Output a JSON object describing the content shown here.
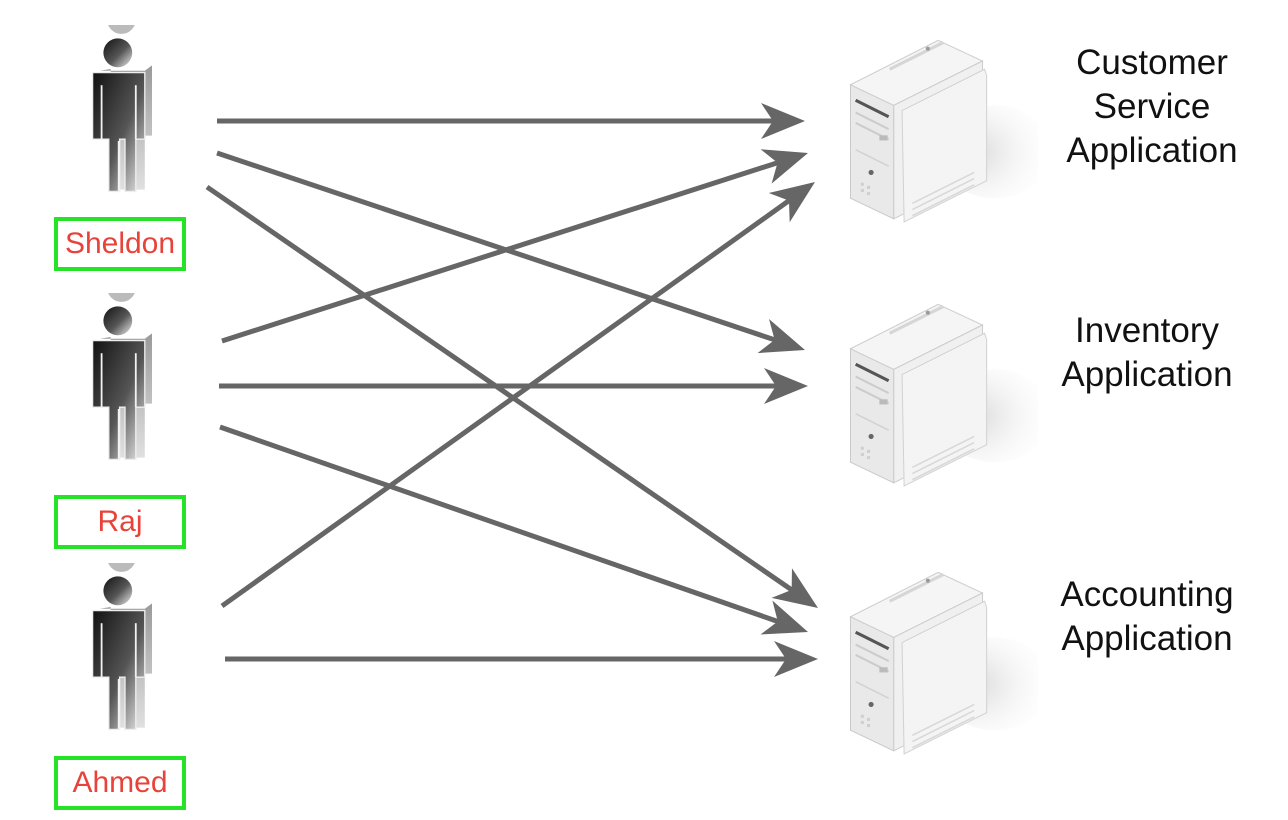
{
  "users": [
    {
      "id": "sheldon",
      "name": "Sheldon"
    },
    {
      "id": "raj",
      "name": "Raj"
    },
    {
      "id": "ahmed",
      "name": "Ahmed"
    }
  ],
  "applications": [
    {
      "id": "cs",
      "lines": [
        "Customer",
        "Service",
        "Application"
      ]
    },
    {
      "id": "inv",
      "lines": [
        "Inventory",
        "Application"
      ]
    },
    {
      "id": "acc",
      "lines": [
        "Accounting",
        "Application"
      ]
    }
  ],
  "connections": [
    {
      "from": "sheldon",
      "to": "cs"
    },
    {
      "from": "sheldon",
      "to": "inv"
    },
    {
      "from": "sheldon",
      "to": "acc"
    },
    {
      "from": "raj",
      "to": "cs"
    },
    {
      "from": "raj",
      "to": "inv"
    },
    {
      "from": "raj",
      "to": "acc"
    },
    {
      "from": "ahmed",
      "to": "cs"
    },
    {
      "from": "ahmed",
      "to": "acc"
    }
  ],
  "colors": {
    "arrow": "#666666",
    "label_border": "#27e327",
    "label_text": "#e8433a",
    "server_body": "#ededed",
    "person_dark": "#1e1e1e"
  }
}
